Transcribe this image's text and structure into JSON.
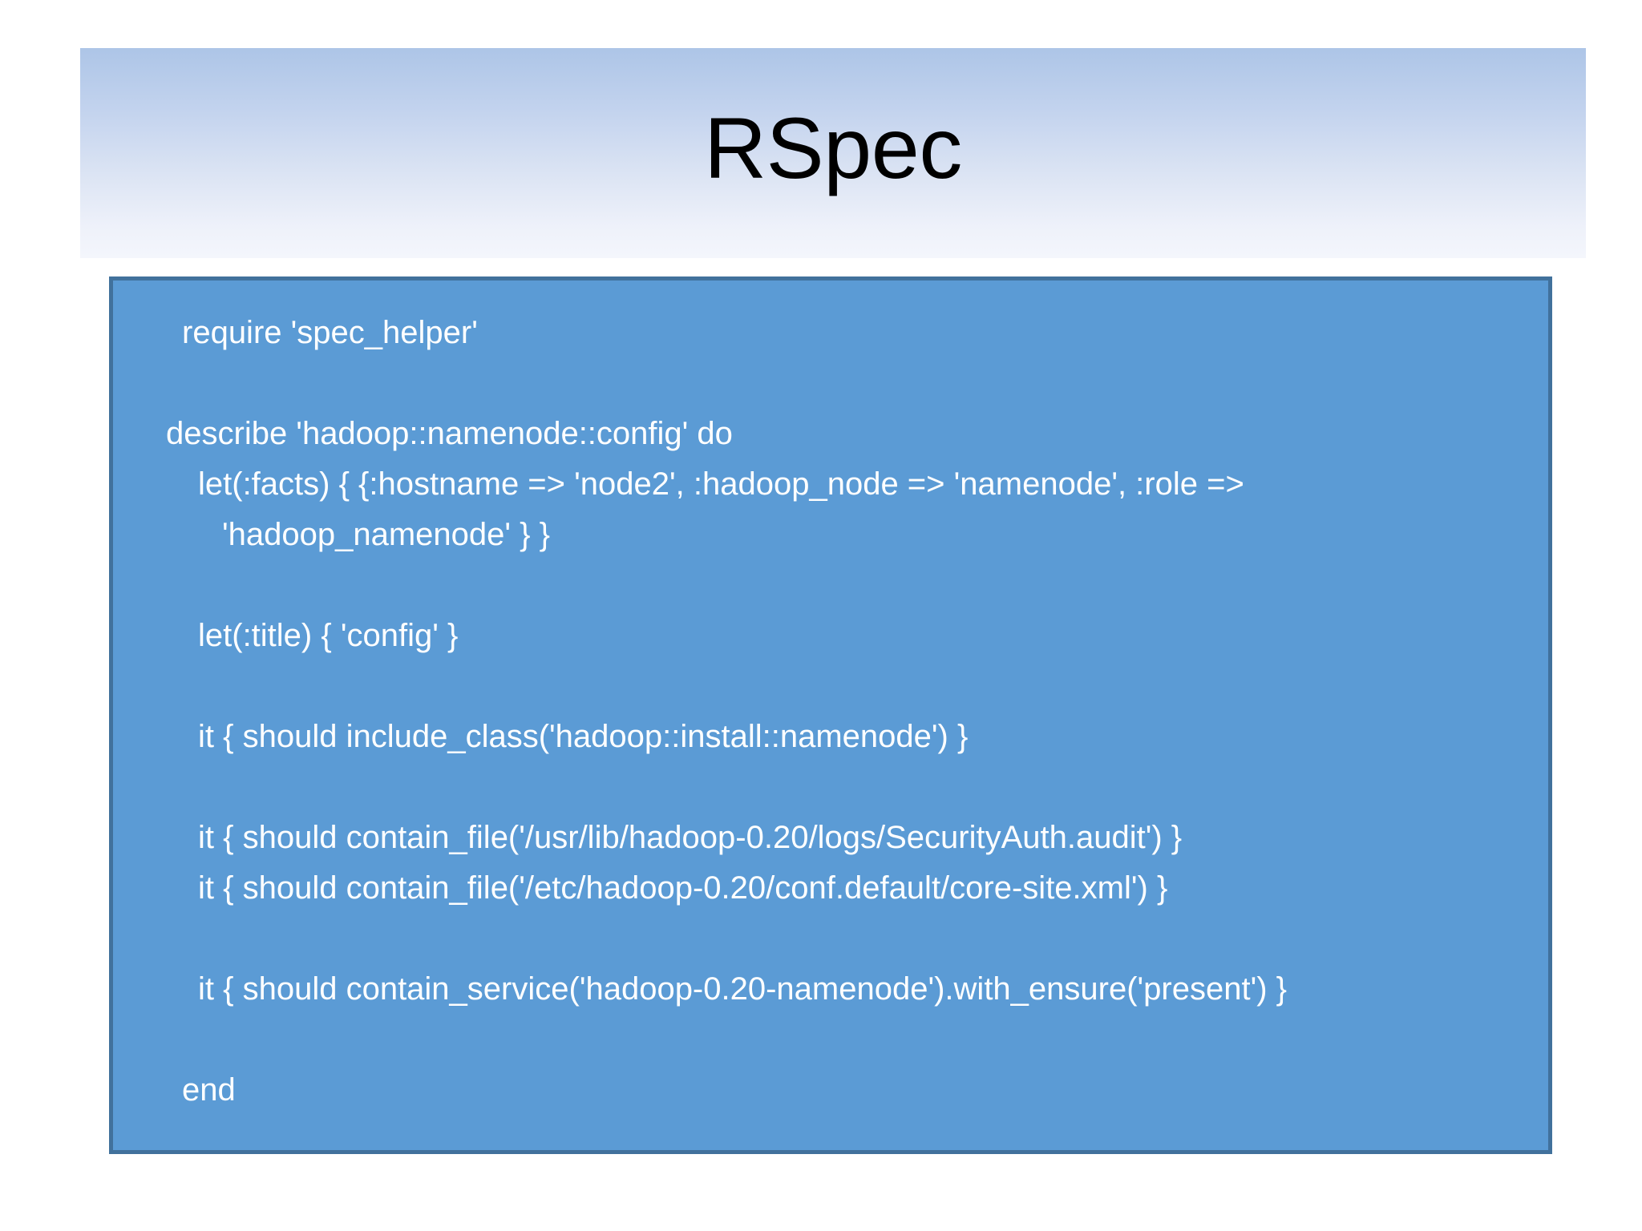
{
  "slide": {
    "title": "RSpec",
    "background_color": "#ffffff"
  },
  "title_banner": {
    "gradient_top_color": "#adc5e7",
    "gradient_bottom_color": "#f4f6fc",
    "title_color": "#000000"
  },
  "code_block": {
    "fill_color": "#5b9bd5",
    "border_color": "#41719c",
    "text_color": "#ffffff",
    "language": "ruby",
    "lines": [
      {
        "indent": 1,
        "text": "require 'spec_helper'"
      },
      {
        "indent": 0,
        "text": ""
      },
      {
        "indent": 0,
        "text": "describe 'hadoop::namenode::config' do"
      },
      {
        "indent": 2,
        "text": "let(:facts) { {:hostname => 'node2', :hadoop_node => 'namenode', :role =>"
      },
      {
        "indent": 3,
        "text": "'hadoop_namenode' } }"
      },
      {
        "indent": 0,
        "text": ""
      },
      {
        "indent": 2,
        "text": "let(:title) { 'config' }"
      },
      {
        "indent": 0,
        "text": ""
      },
      {
        "indent": 2,
        "text": "it { should include_class('hadoop::install::namenode') }"
      },
      {
        "indent": 0,
        "text": ""
      },
      {
        "indent": 2,
        "text": "it { should contain_file('/usr/lib/hadoop-0.20/logs/SecurityAuth.audit') }"
      },
      {
        "indent": 2,
        "text": "it { should contain_file('/etc/hadoop-0.20/conf.default/core-site.xml') }"
      },
      {
        "indent": 0,
        "text": ""
      },
      {
        "indent": 2,
        "text": "it { should contain_service('hadoop-0.20-namenode').with_ensure('present') }"
      },
      {
        "indent": 0,
        "text": ""
      },
      {
        "indent": 1,
        "text": "end"
      }
    ]
  }
}
